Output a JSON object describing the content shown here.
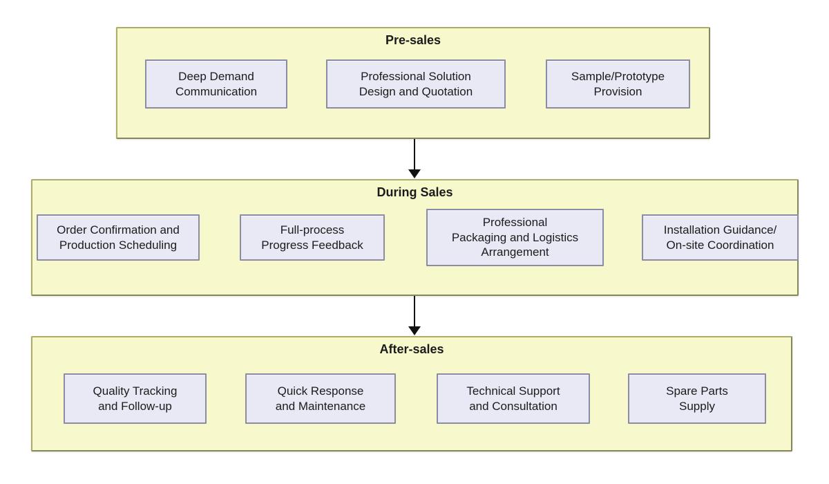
{
  "diagram": {
    "title_implicit": "Sales service process flow",
    "stages": [
      {
        "title": "Pre-sales",
        "services": [
          "Deep Demand\nCommunication",
          "Professional Solution\nDesign and Quotation",
          "Sample/Prototype\nProvision"
        ]
      },
      {
        "title": "During Sales",
        "services": [
          "Order Confirmation and\nProduction Scheduling",
          "Full-process\nProgress Feedback",
          "Professional\nPackaging and Logistics\nArrangement",
          "Installation Guidance/\nOn-site Coordination"
        ]
      },
      {
        "title": "After-sales",
        "services": [
          "Quality Tracking\nand Follow-up",
          "Quick Response\nand Maintenance",
          "Technical Support\nand Consultation",
          "Spare Parts\nSupply"
        ]
      }
    ],
    "colors": {
      "page_bg": "#ffffff",
      "stage_fill": "#f8f8cd",
      "stage_border": "#abad69",
      "service_fill": "#e9e9f6",
      "service_border": "#8b8ba4",
      "text": "#1b1b1b",
      "arrow": "#111111"
    }
  }
}
